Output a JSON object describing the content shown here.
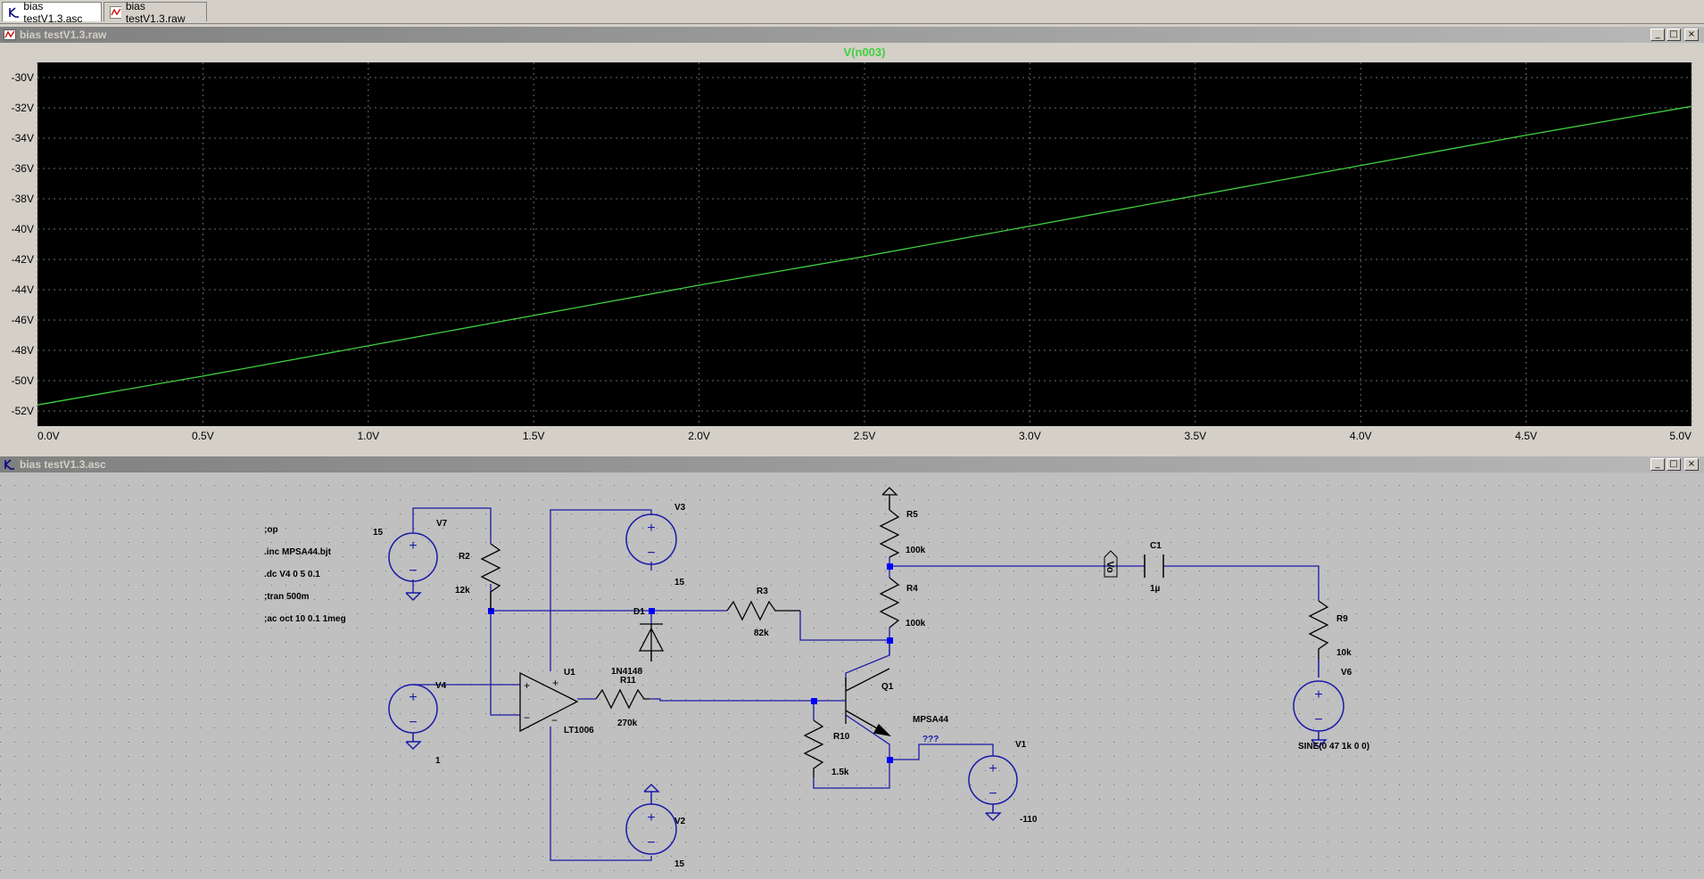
{
  "tabs": [
    {
      "label": "bias testV1.3.asc",
      "icon": "schematic-icon",
      "active": true
    },
    {
      "label": "bias testV1.3.raw",
      "icon": "waveform-icon",
      "active": false
    }
  ],
  "plot_window": {
    "title": "bias testV1.3.raw",
    "buttons": [
      "_",
      "□",
      "×"
    ]
  },
  "schematic_window": {
    "title": "bias testV1.3.asc",
    "buttons": [
      "_",
      "□",
      "×"
    ]
  },
  "colors": {
    "plot_background": "#000000",
    "trace": "#3fd13f",
    "grid": "#6a6a6a",
    "axis_text": "#ffffff",
    "schematic_background": "#c0c0c0",
    "wire": "#1a1aa8",
    "component": "#000000",
    "junction": "#0000ff"
  },
  "chart_data": {
    "type": "line",
    "series": [
      {
        "name": "V(n003)",
        "x": [
          0,
          0.5,
          1.0,
          1.5,
          2.0,
          2.5,
          3.0,
          3.5,
          4.0,
          4.5,
          5.0
        ],
        "y": [
          -51.6,
          -49.7,
          -47.7,
          -45.7,
          -43.7,
          -41.8,
          -39.8,
          -37.8,
          -35.8,
          -33.8,
          -31.9
        ]
      }
    ],
    "x_ticks": [
      "0.0V",
      "0.5V",
      "1.0V",
      "1.5V",
      "2.0V",
      "2.5V",
      "3.0V",
      "3.5V",
      "4.0V",
      "4.5V",
      "5.0V"
    ],
    "y_ticks": [
      "-30V",
      "-32V",
      "-34V",
      "-36V",
      "-38V",
      "-40V",
      "-42V",
      "-44V",
      "-46V",
      "-48V",
      "-50V",
      "-52V"
    ],
    "xlim": [
      0,
      5
    ],
    "ylim": [
      -53,
      -29
    ],
    "grid": true
  },
  "schematic": {
    "directives": [
      ";op",
      ".inc MPSA44.bjt",
      ".dc V4 0 5 0.1",
      ";tran 500m",
      ";ac oct 10 0.1 1meg"
    ],
    "labels": {
      "V7": "V7",
      "V7_value": "15",
      "R2": "R2",
      "R2_value": "12k",
      "V3": "V3",
      "V3_value": "15",
      "D1": "D1",
      "D1_model": "1N4148",
      "R3": "R3",
      "R3_value": "82k",
      "R5": "R5",
      "R5_value": "100k",
      "R4": "R4",
      "R4_value": "100k",
      "C1": "C1",
      "C1_value": "1µ",
      "net_vo": "Vo",
      "R9": "R9",
      "R9_value": "10k",
      "V6": "V6",
      "V6_value": "SINE(0 47 1k 0 0)",
      "V4": "V4",
      "V4_value": "1",
      "U1": "U1",
      "U1_model": "LT1006",
      "R11": "R11",
      "R11_value": "270k",
      "Q1": "Q1",
      "Q1_model": "MPSA44",
      "R10": "R10",
      "R10_value": "1.5k",
      "net_unknown": "???",
      "V1": "V1",
      "V1_value": "-110",
      "V2": "V2",
      "V2_value": "15"
    }
  }
}
